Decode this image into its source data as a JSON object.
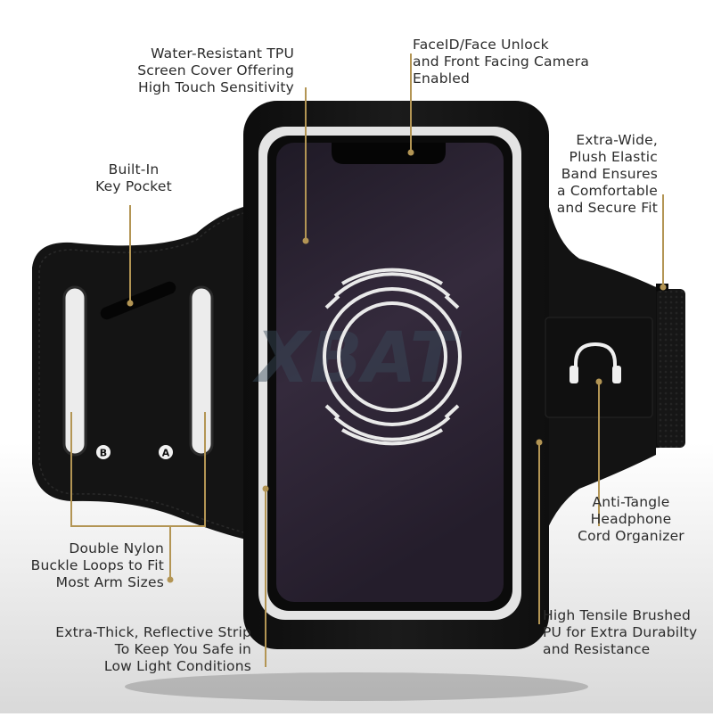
{
  "image": {
    "subject": "armband",
    "callouts": {
      "tpu_cover": [
        "Water-Resistant TPU",
        "Screen Cover Offering",
        "High Touch Sensitivity"
      ],
      "face_id": [
        "FaceID/Face Unlock",
        "and Front Facing Camera",
        "Enabled"
      ],
      "key_pocket": [
        "Built-In",
        "Key Pocket"
      ],
      "elastic_band": [
        "Extra-Wide,",
        "Plush Elastic",
        "Band Ensures",
        "a Comfortable",
        "and Secure Fit"
      ],
      "buckle_loops": [
        "Double Nylon",
        "Buckle Loops to Fit",
        "Most Arm Sizes"
      ],
      "reflective_strip": [
        "Extra-Thick, Reflective Strip",
        "To Keep You Safe in",
        "Low Light Conditions"
      ],
      "cord_organizer": [
        "Anti-Tangle",
        "Headphone",
        "Cord Organizer"
      ],
      "brushed_pu": [
        "High Tensile Brushed",
        "PU for Extra Durabilty",
        "and Resistance"
      ]
    },
    "loop_letters": {
      "left": "B",
      "right": "A"
    },
    "watermark": "XBAT",
    "colors": {
      "armband": "#121212",
      "reflective_strip": "#e6e6e6",
      "screen": "#2e2638",
      "callout_line": "#b39554",
      "text": "#2b2b2b"
    },
    "icons": [
      "headphone-icon",
      "concentric-rings-logo"
    ]
  }
}
